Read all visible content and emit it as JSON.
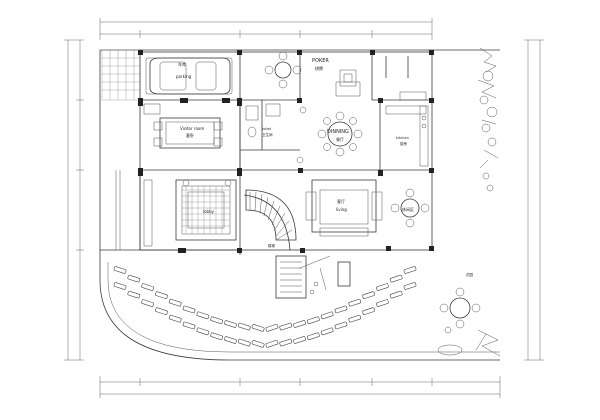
{
  "rooms": {
    "parking": {
      "cn": "车库",
      "en": "parking"
    },
    "poker": {
      "en": "POKER",
      "cn": "棋牌"
    },
    "visitor_room": {
      "en": "Visitor room",
      "cn": "客卧"
    },
    "toilet": {
      "en": "toilet",
      "cn": "卫生间"
    },
    "dinning": {
      "en": "DINNING",
      "cn": "餐厅"
    },
    "kitchen": {
      "en": "kitchen",
      "cn": "厨房"
    },
    "lobby": {
      "en": "lobby"
    },
    "living": {
      "cn": "客厅",
      "en": "living"
    },
    "leisure": {
      "cn": "休闲区"
    },
    "stair": {
      "cn": "楼梯"
    },
    "garden": {
      "cn": "花园"
    }
  },
  "colors": {
    "line": "#3a3a3a",
    "wall": "#222222",
    "background": "#ffffff"
  }
}
